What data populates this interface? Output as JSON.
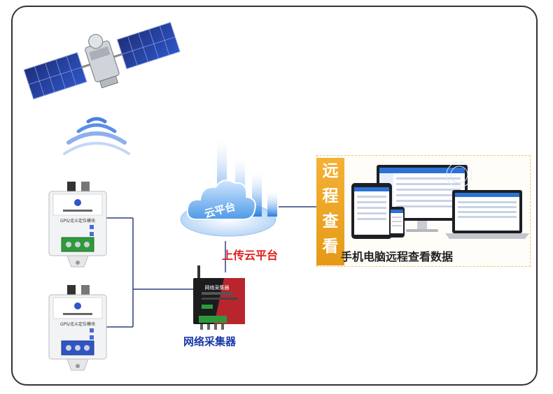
{
  "diagram": {
    "cloud_chars": "云平台",
    "cloud_upload_label": "上传云平台",
    "collector_label": "网络采集器",
    "collector_device_title": "网络采集器",
    "remote_view_vertical": [
      "远",
      "程",
      "查",
      "看"
    ],
    "remote_view_caption": "手机电脑远程查看数据",
    "gps_module_label": "GPS/北斗定位模块"
  },
  "colors": {
    "line": "#2f3f7f",
    "cloud_blue": "#3a8ee6",
    "accent_orange": "#f0a326",
    "label_red": "#e01e1e",
    "label_blue": "#1a3aa8"
  }
}
